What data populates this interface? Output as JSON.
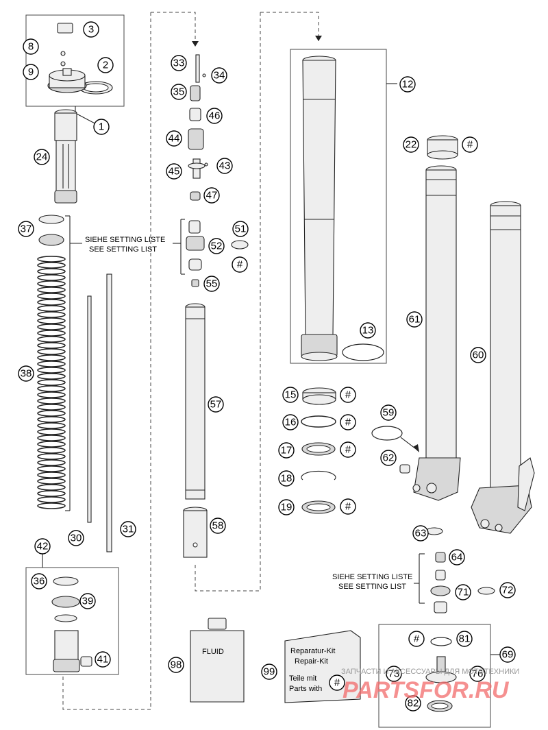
{
  "callouts": {
    "c1": "1",
    "c2": "2",
    "c3": "3",
    "c8": "8",
    "c9": "9",
    "c12": "12",
    "c13": "13",
    "c15": "15",
    "c16": "16",
    "c17": "17",
    "c18": "18",
    "c19": "19",
    "c22": "22",
    "c24": "24",
    "c30": "30",
    "c31": "31",
    "c33": "33",
    "c34": "34",
    "c35": "35",
    "c36": "36",
    "c37": "37",
    "c38": "38",
    "c39": "39",
    "c41": "41",
    "c42": "42",
    "c43": "43",
    "c44": "44",
    "c45": "45",
    "c46": "46",
    "c47": "47",
    "c51": "51",
    "c52": "52",
    "c55": "55",
    "c57": "57",
    "c58": "58",
    "c59": "59",
    "c60": "60",
    "c61": "61",
    "c62": "62",
    "c63": "63",
    "c64": "64",
    "c69": "69",
    "c71": "71",
    "c72": "72",
    "c73": "73",
    "c76": "76",
    "c81": "81",
    "c82": "82",
    "c98": "98",
    "c99": "99",
    "hash": "#"
  },
  "setting_list_top": {
    "de": "SIEHE SETTING LISTE",
    "en": "SEE SETTING LIST"
  },
  "setting_list_bottom": {
    "de": "SIEHE SETTING LISTE",
    "en": "SEE SETTING LIST"
  },
  "fluid_label": "FLUID",
  "repair_kit": {
    "line1": "Reparatur-Kit",
    "line2": "Repair-Kit",
    "line3": "Teile mit",
    "line4": "Parts with"
  },
  "watermark": {
    "logo": "PARTSFOR.RU",
    "caption": "ЗАПЧАСТИ И АКСЕССУАРЫ ДЛЯ МОТОТЕХНИКИ"
  }
}
